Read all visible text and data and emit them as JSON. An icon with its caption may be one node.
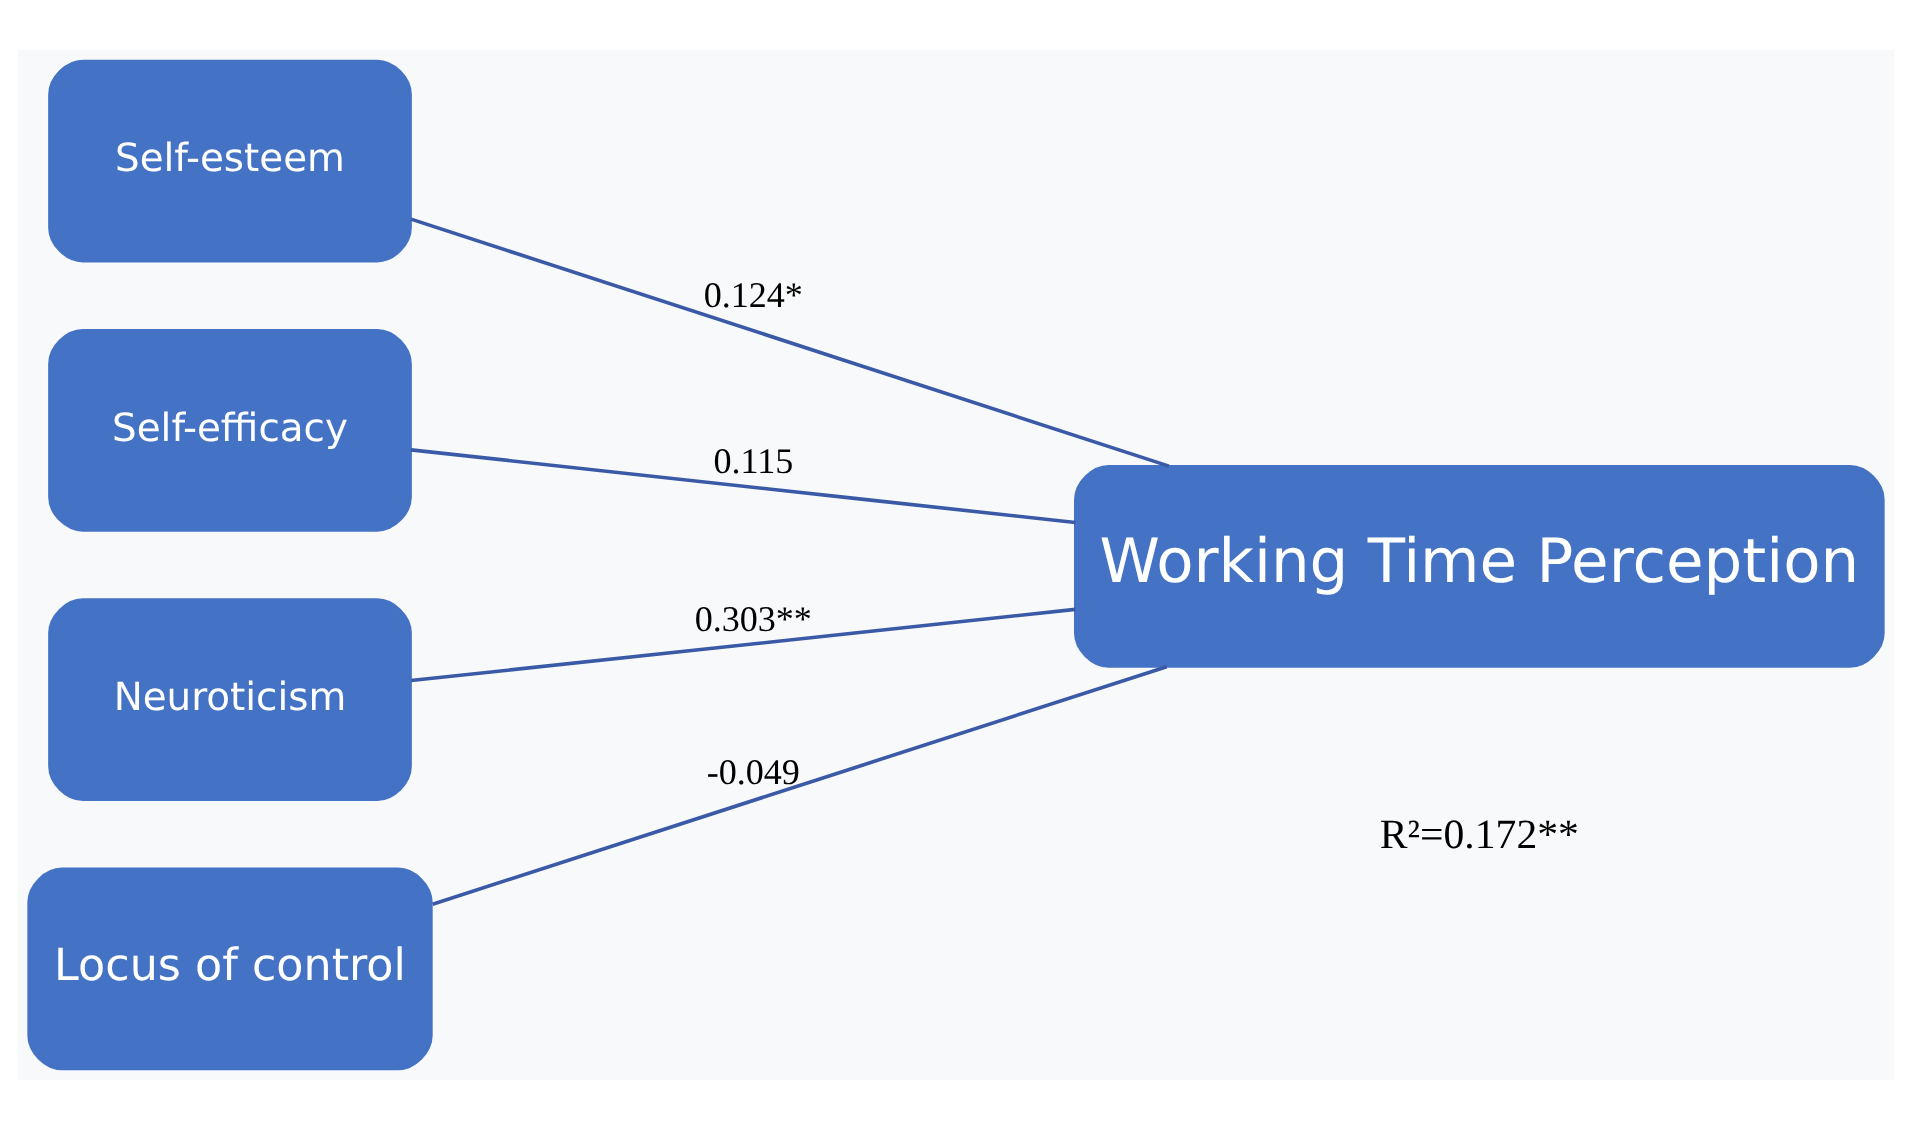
{
  "diagram": {
    "nodes": [
      {
        "text": [
          "Self-esteem"
        ]
      },
      {
        "text": [
          "Self-efficacy"
        ]
      },
      {
        "text": [
          "Neuroticism"
        ]
      },
      {
        "text": [
          "Locus of control"
        ]
      },
      {
        "text": [
          "Working Time Perception"
        ],
        "beside": [
          "R²=0.172**"
        ]
      }
    ],
    "edges": [
      {
        "from": 0,
        "to": 4,
        "arrow": "none",
        "label": "0.124*"
      },
      {
        "from": 1,
        "to": 4,
        "arrow": "none",
        "label": "0.115"
      },
      {
        "from": 2,
        "to": 4,
        "arrow": "none",
        "label": "0.303**"
      },
      {
        "from": 3,
        "to": 4,
        "arrow": "none",
        "label": "-0.049"
      }
    ]
  }
}
